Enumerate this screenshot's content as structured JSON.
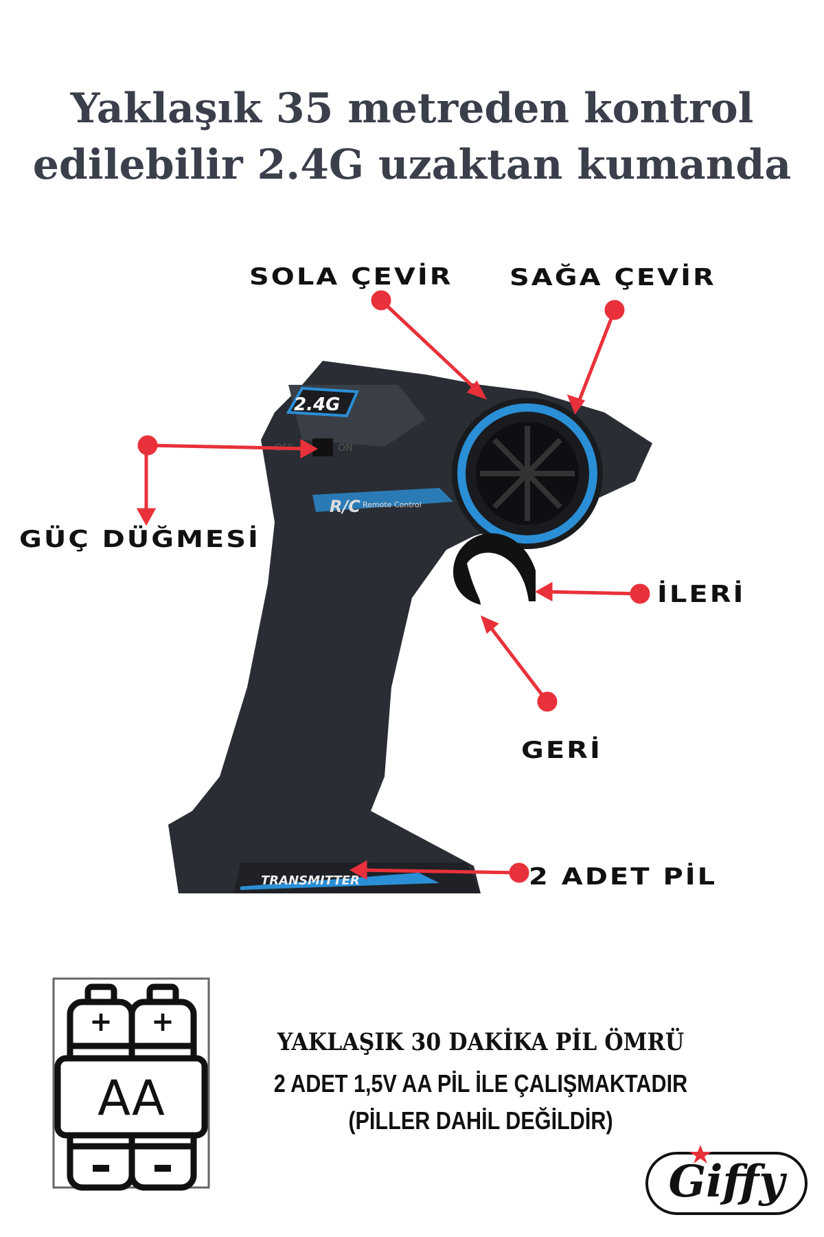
{
  "title": {
    "line1": "Yaklaşık 35 metreden kontrol",
    "line2": "edilebilir 2.4G uzaktan kumanda"
  },
  "labels": {
    "left_turn": "SOLA ÇEVİR",
    "right_turn": "SAĞA ÇEVİR",
    "power_button": "GÜÇ DÜĞMESİ",
    "forward": "İLERİ",
    "reverse": "GERİ",
    "batteries": "2 ADET PİL"
  },
  "product": {
    "badge": "2.4G",
    "brand_mark": "R/C",
    "brand_sub": "Remote Control",
    "base_text": "TRANSMITTER",
    "switch_off": "OFF",
    "switch_on": "ON"
  },
  "battery_icon": {
    "label": "AA"
  },
  "info": {
    "line1": "YAKLAŞIK 30 DAKİKA PİL ÖMRÜ",
    "line2": "2 ADET 1,5V AA PİL İLE ÇALIŞMAKTADIR",
    "line3": "(PİLLER DAHİL DEĞİLDİR)"
  },
  "logo": {
    "text": "Giffy"
  },
  "colors": {
    "title": "#3b3f4b",
    "arrow": "#e8313a",
    "accent_blue": "#2a8fd6",
    "body": "#2a2d33"
  }
}
